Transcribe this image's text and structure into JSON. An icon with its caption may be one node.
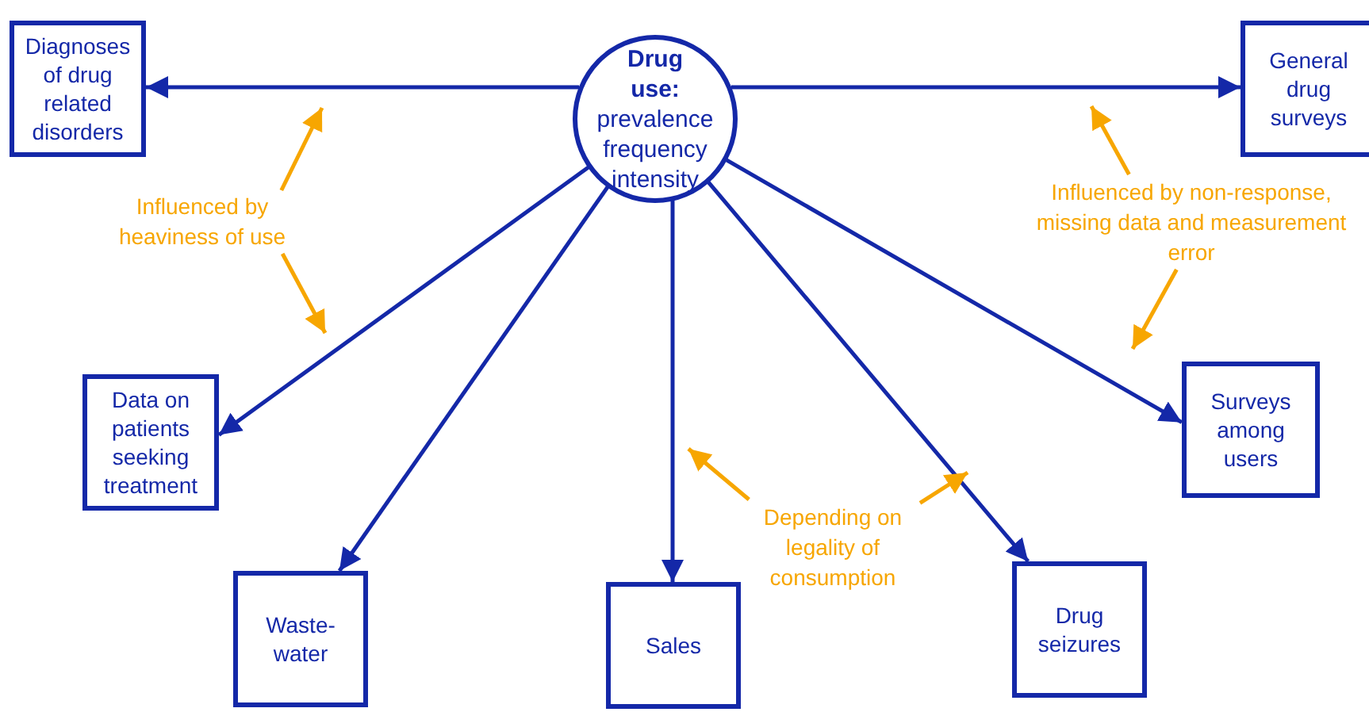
{
  "diagram": {
    "nodes": [
      {
        "text": [
          "Drug use:",
          "prevalence frequency intensity"
        ]
      },
      {
        "text": [
          "Diagnoses of drug related disorders"
        ]
      },
      {
        "text": [
          "General drug surveys"
        ]
      },
      {
        "text": [
          "Data on patients seeking treatment"
        ]
      },
      {
        "text": [
          "Surveys among users"
        ]
      },
      {
        "text": [
          "Waste-water"
        ]
      },
      {
        "text": [
          "Sales"
        ]
      },
      {
        "text": [
          "Drug seizures"
        ]
      },
      {
        "text": [
          "Influenced by heaviness of use"
        ]
      },
      {
        "text": [
          "Influenced by non-response, missing data and measurement error"
        ]
      },
      {
        "text": [
          "Depending on legality of consumption"
        ]
      }
    ],
    "edges": [
      {
        "from": 0,
        "to": 1,
        "arrow": "to"
      },
      {
        "from": 0,
        "to": 2,
        "arrow": "to"
      },
      {
        "from": 0,
        "to": 3,
        "arrow": "to"
      },
      {
        "from": 0,
        "to": 5,
        "arrow": "to"
      },
      {
        "from": 0,
        "to": 6,
        "arrow": "to"
      },
      {
        "from": 0,
        "to": 7,
        "arrow": "to"
      },
      {
        "from": 0,
        "to": 4,
        "arrow": "to"
      },
      {
        "from": 8,
        "to": null,
        "arrow": "to",
        "color": "#f7a600"
      },
      {
        "from": 8,
        "to": null,
        "arrow": "to",
        "color": "#f7a600"
      },
      {
        "from": 9,
        "to": null,
        "arrow": "to",
        "color": "#f7a600"
      },
      {
        "from": 9,
        "to": null,
        "arrow": "to",
        "color": "#f7a600"
      },
      {
        "from": 10,
        "to": null,
        "arrow": "to",
        "color": "#f7a600"
      },
      {
        "from": 10,
        "to": null,
        "arrow": "to",
        "color": "#f7a600"
      }
    ]
  }
}
